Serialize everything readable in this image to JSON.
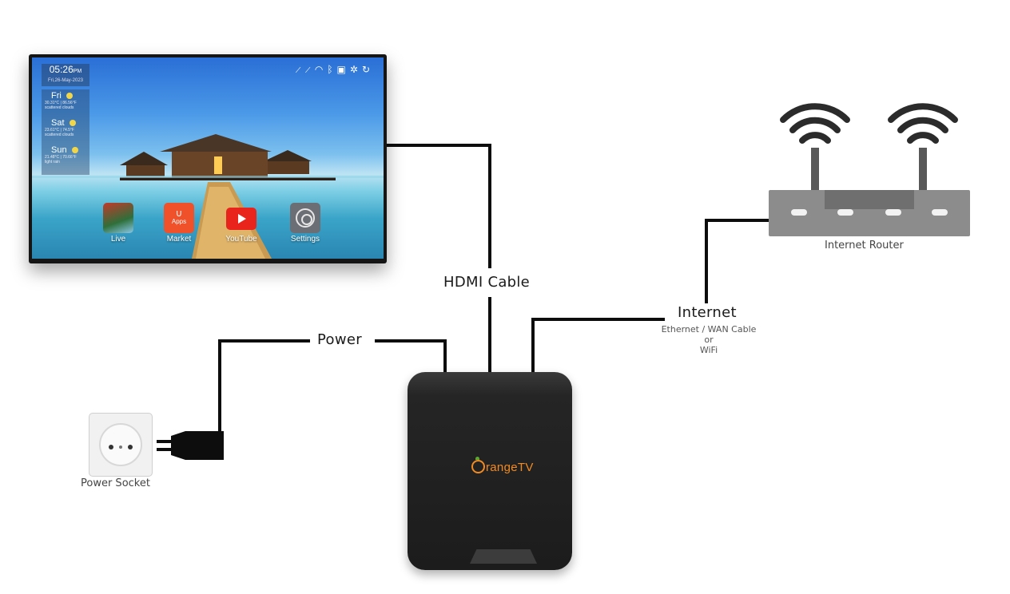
{
  "labels": {
    "hdmi": "HDMI Cable",
    "power": "Power",
    "internet": "Internet",
    "internet_sub1": "Ethernet / WAN Cable",
    "internet_sub2": "or",
    "internet_sub3": "WiFi",
    "router": "Internet Router",
    "socket": "Power Socket"
  },
  "tv": {
    "time": "05:26",
    "ampm": "PM",
    "date": "Fri,26-May-2023",
    "weather": [
      {
        "day": "Fri",
        "temp": "30.31°C | 86.56°F",
        "cond": "scattered clouds"
      },
      {
        "day": "Sat",
        "temp": "23.61°C | 74.5°F",
        "cond": "scattered clouds"
      },
      {
        "day": "Sun",
        "temp": "21.48°C | 70.66°F",
        "cond": "light rain"
      }
    ],
    "apps": [
      {
        "name": "Live",
        "color": "#2f6f3a"
      },
      {
        "name": "Market",
        "tile_text": "Apps",
        "color": "#f0502a"
      },
      {
        "name": "YouTube",
        "color": "#e8241c"
      },
      {
        "name": "Settings",
        "color": "#6b6e74"
      }
    ]
  },
  "box": {
    "brand": "rangeTV"
  },
  "colors": {
    "cable": "#0d0d0d",
    "router": "#8c8c8c",
    "brand": "#f08a22"
  }
}
